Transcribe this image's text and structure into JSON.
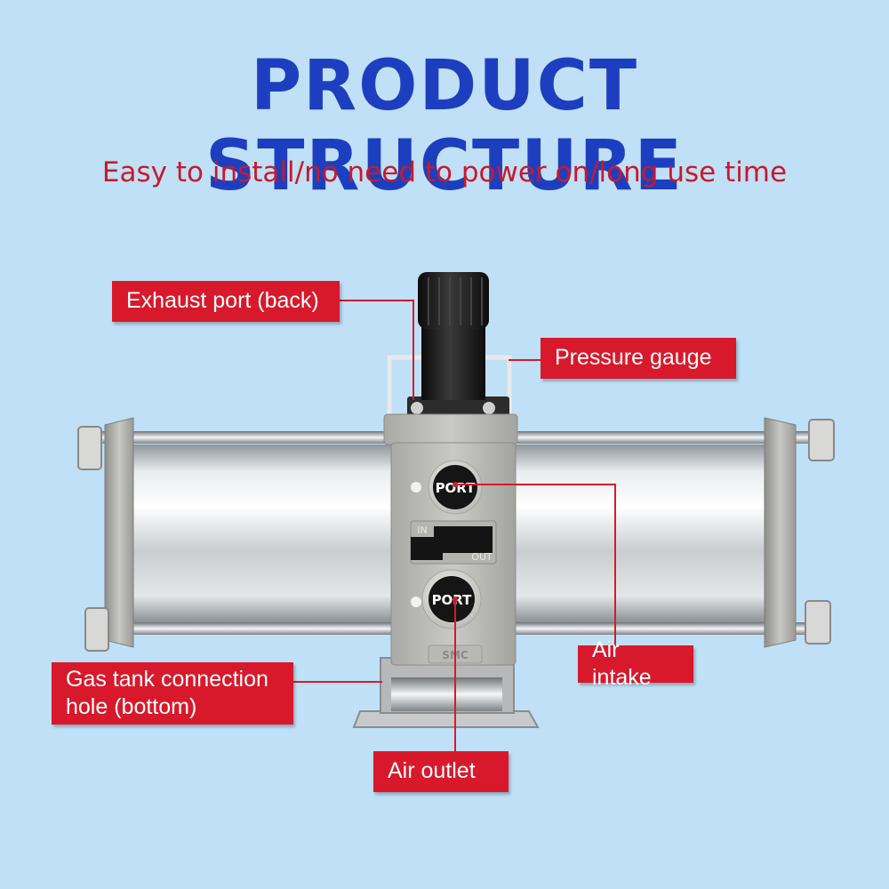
{
  "header": {
    "title": "PRODUCT STRUCTURE",
    "subtitle": "Easy to install/no need to power on/long use time"
  },
  "product": {
    "port_label_top": "PORT",
    "port_label_bottom": "PORT",
    "in_label": "IN",
    "out_label": "OUT",
    "brand": "SMC"
  },
  "callouts": {
    "exhaust_port": "Exhaust port (back)",
    "pressure_gauge": "Pressure gauge",
    "air_intake": "Air intake",
    "gas_tank_line1": "Gas tank connection",
    "gas_tank_line2": "hole (bottom)",
    "air_outlet": "Air outlet"
  },
  "colors": {
    "background": "#bfe0f7",
    "title": "#1d3fbf",
    "accent_red": "#d8192b"
  }
}
